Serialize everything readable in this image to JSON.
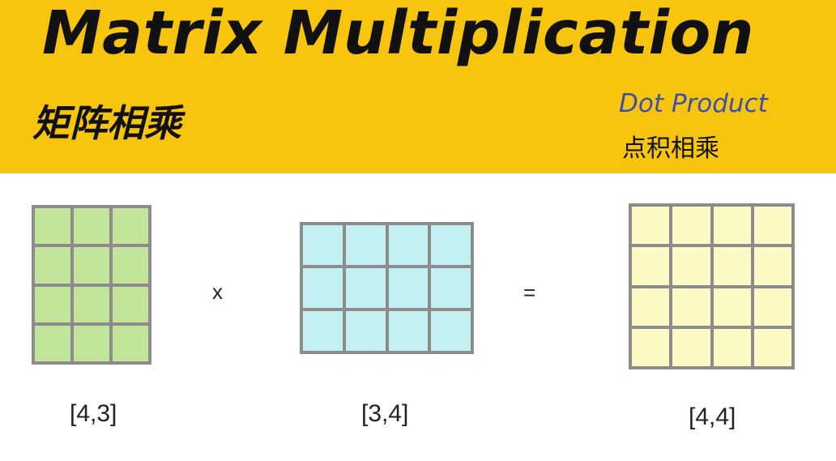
{
  "header": {
    "title": "Matrix Multiplication",
    "subtitle": "矩阵相乘",
    "dot_product_label": "Dot Product",
    "dot_product_cn": "点积相乘"
  },
  "colors": {
    "banner": "#f8c50e",
    "grid_line": "#8c8c8c",
    "matrix_a_fill": "#c2e59b",
    "matrix_b_fill": "#c2f0f3",
    "matrix_c_fill": "#fdf9c4",
    "dot_product_text": "#3c50a8"
  },
  "matrices": {
    "a": {
      "rows": 4,
      "cols": 3,
      "dims_label": "[4,3]"
    },
    "b": {
      "rows": 3,
      "cols": 4,
      "dims_label": "[3,4]"
    },
    "c": {
      "rows": 4,
      "cols": 4,
      "dims_label": "[4,4]"
    }
  },
  "operators": {
    "multiply": "x",
    "equals": "="
  }
}
